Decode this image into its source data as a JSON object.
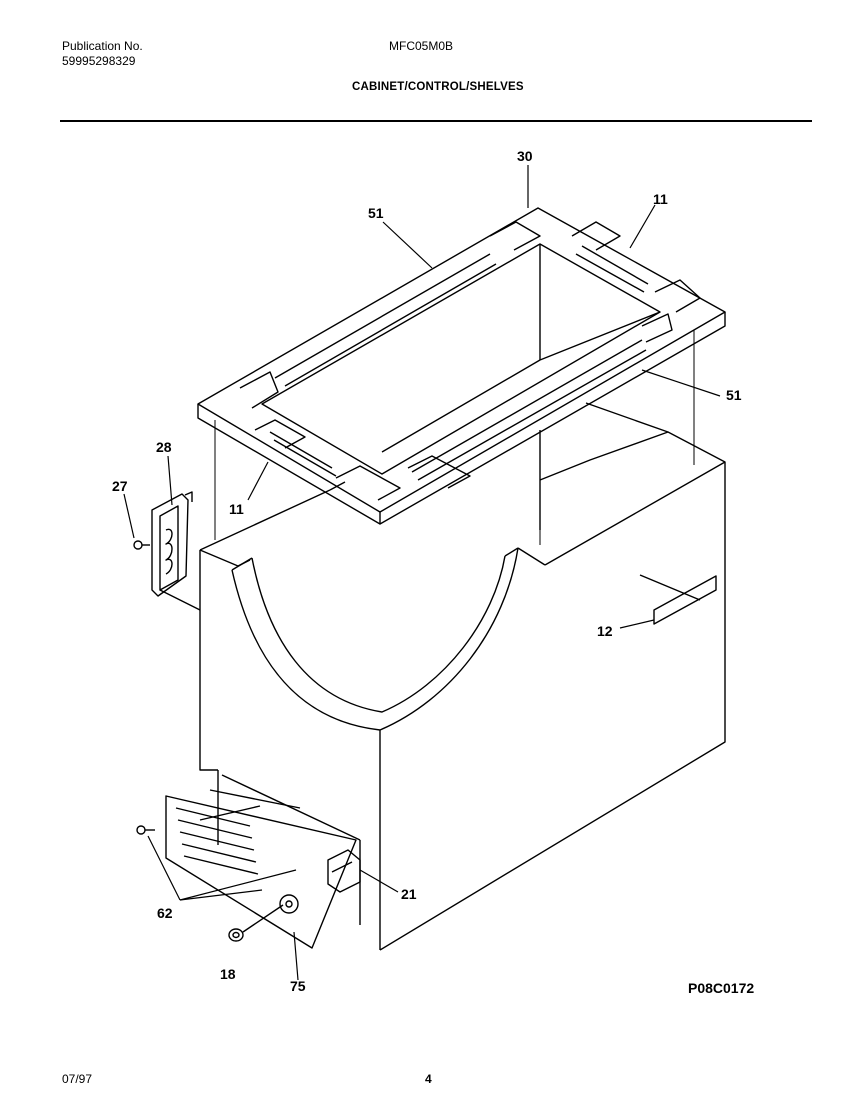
{
  "header": {
    "publication_label": "Publication No.",
    "publication_number": "59995298329",
    "model": "MFC05M0B",
    "section_title": "CABINET/CONTROL/SHELVES"
  },
  "diagram": {
    "callouts": {
      "c30": "30",
      "c51_top": "51",
      "c11_top": "11",
      "c51_right": "51",
      "c28": "28",
      "c27": "27",
      "c11_left": "11",
      "c12": "12",
      "c21": "21",
      "c62": "62",
      "c18": "18",
      "c75": "75"
    },
    "figure_code": "P08C0172"
  },
  "footer": {
    "date": "07/97",
    "page": "4"
  }
}
